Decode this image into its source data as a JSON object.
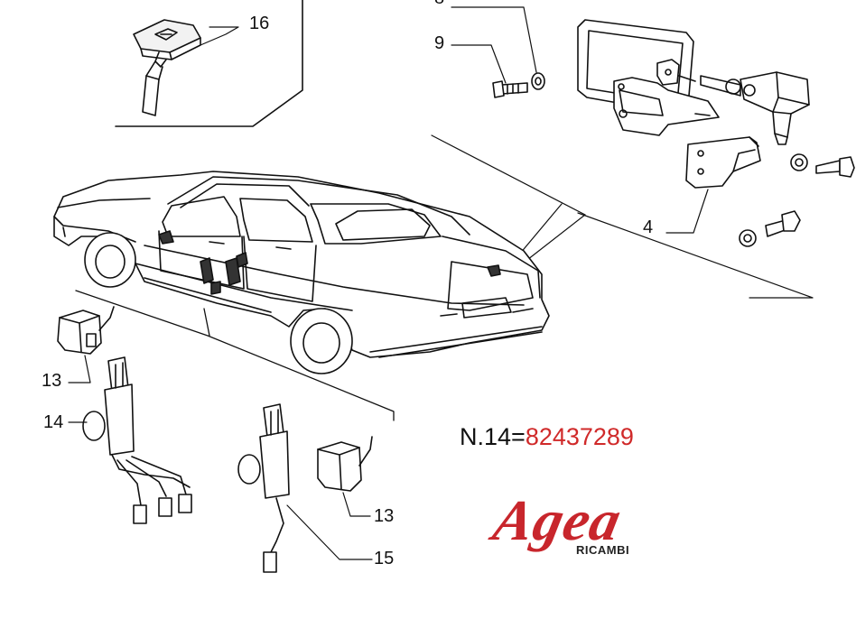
{
  "callouts": [
    {
      "id": "16",
      "text": "16"
    },
    {
      "id": "8",
      "text": "8"
    },
    {
      "id": "9",
      "text": "9"
    },
    {
      "id": "4",
      "text": "4"
    },
    {
      "id": "13a",
      "text": "13"
    },
    {
      "id": "14",
      "text": "14"
    },
    {
      "id": "13b",
      "text": "13"
    },
    {
      "id": "15",
      "text": "15"
    }
  ],
  "part_note": {
    "prefix": "N.14=",
    "number": "82437289",
    "number_color": "#d02a2a"
  },
  "brand": {
    "name": "Agea",
    "sub": "RICAMBI",
    "color": "#c8262c"
  }
}
